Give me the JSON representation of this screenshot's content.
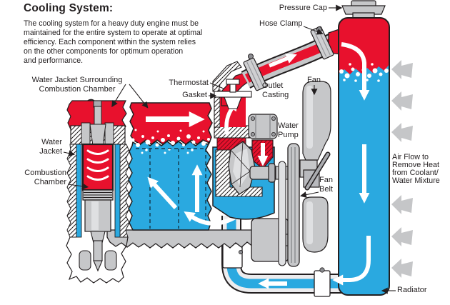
{
  "header": {
    "title": "Cooling System:",
    "description_lines": [
      "The cooling system for a heavy duty engine must be",
      "maintained for the entire system to operate at optimal",
      "efficiency. Each component within the system relies",
      "on the other components for optimum operation",
      "and performance."
    ]
  },
  "labels": {
    "pressure_cap": "Pressure Cap",
    "hose_clamp": "Hose Clamp",
    "thermostat": "Thermostat",
    "gasket": "Gasket",
    "outlet_casting": [
      "Outlet",
      "Casting"
    ],
    "fan": "Fan",
    "water_pump": [
      "Water",
      "Pump"
    ],
    "fan_belt": [
      "Fan",
      "Belt"
    ],
    "water_jacket_surrounding": [
      "Water Jacket Surrounding",
      "Combustion Chamber"
    ],
    "water_jacket": [
      "Water",
      "Jacket"
    ],
    "combustion_chamber": [
      "Combustion",
      "Chamber"
    ],
    "air_flow": [
      "Air Flow to",
      "Remove Heat",
      "from Coolant/",
      "Water Mixture"
    ],
    "radiator": "Radiator"
  },
  "colors": {
    "hot_coolant": "#E8112D",
    "cool_coolant": "#2AA9E0",
    "metal_gray": "#C6C7C9",
    "air_arrow_gray": "#C5C6C8",
    "ink": "#231F20"
  }
}
